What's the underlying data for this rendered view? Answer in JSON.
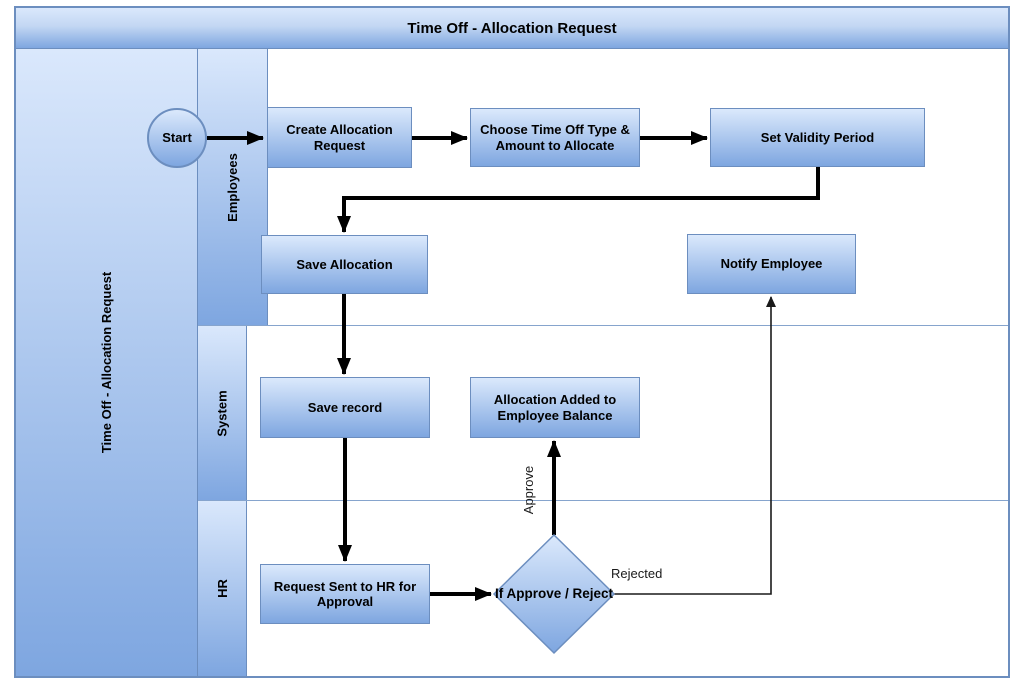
{
  "pool": {
    "title": "Time Off - Allocation Request",
    "label": "Time Off - Allocation Request"
  },
  "lanes": [
    {
      "label": "Employees"
    },
    {
      "label": "System"
    },
    {
      "label": "HR"
    }
  ],
  "nodes": {
    "start": {
      "label": "Start",
      "type": "start-event"
    },
    "create_allocation_request": {
      "label": "Create Allocation Request",
      "type": "task"
    },
    "choose_time_off": {
      "label": "Choose Time Off Type & Amount to Allocate",
      "type": "task"
    },
    "set_validity_period": {
      "label": "Set Validity Period",
      "type": "task"
    },
    "save_allocation": {
      "label": "Save Allocation",
      "type": "task"
    },
    "notify_employee": {
      "label": "Notify Employee",
      "type": "task"
    },
    "save_record": {
      "label": "Save record",
      "type": "task"
    },
    "allocation_added": {
      "label": "Allocation Added to Employee Balance",
      "type": "task"
    },
    "request_sent_hr": {
      "label": "Request Sent to HR for Approval",
      "type": "task"
    },
    "decision": {
      "label": "If Approve / Reject",
      "type": "decision"
    }
  },
  "edges": {
    "approve_label": "Approve",
    "rejected_label": "Rejected"
  },
  "colors": {
    "shape_fill_light": "#dbe9fc",
    "shape_fill_dark": "#7ea6e0",
    "shape_stroke": "#6c8ebf",
    "flow_arrow": "#000000",
    "text": "#000000"
  }
}
